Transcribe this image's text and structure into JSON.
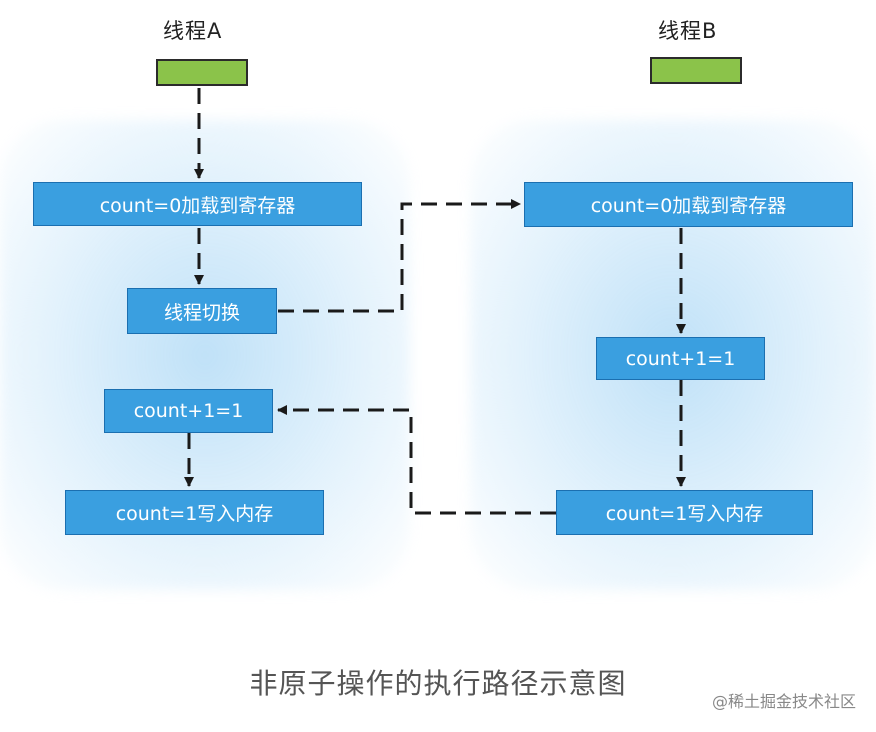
{
  "thread_a": {
    "title": "线程A",
    "load": "count=0加载到寄存器",
    "switch": "线程切换",
    "increment": "count+1=1",
    "write": "count=1写入内存"
  },
  "thread_b": {
    "title": "线程B",
    "load": "count=0加载到寄存器",
    "increment": "count+1=1",
    "write": "count=1写入内存"
  },
  "caption": "非原子操作的执行路径示意图",
  "watermark": "@稀土掘金技术社区",
  "colors": {
    "box_fill": "#3a9fe0",
    "start_fill": "#8bc34a",
    "arrow": "#1a1a1a",
    "glow": "#cde8fa"
  }
}
